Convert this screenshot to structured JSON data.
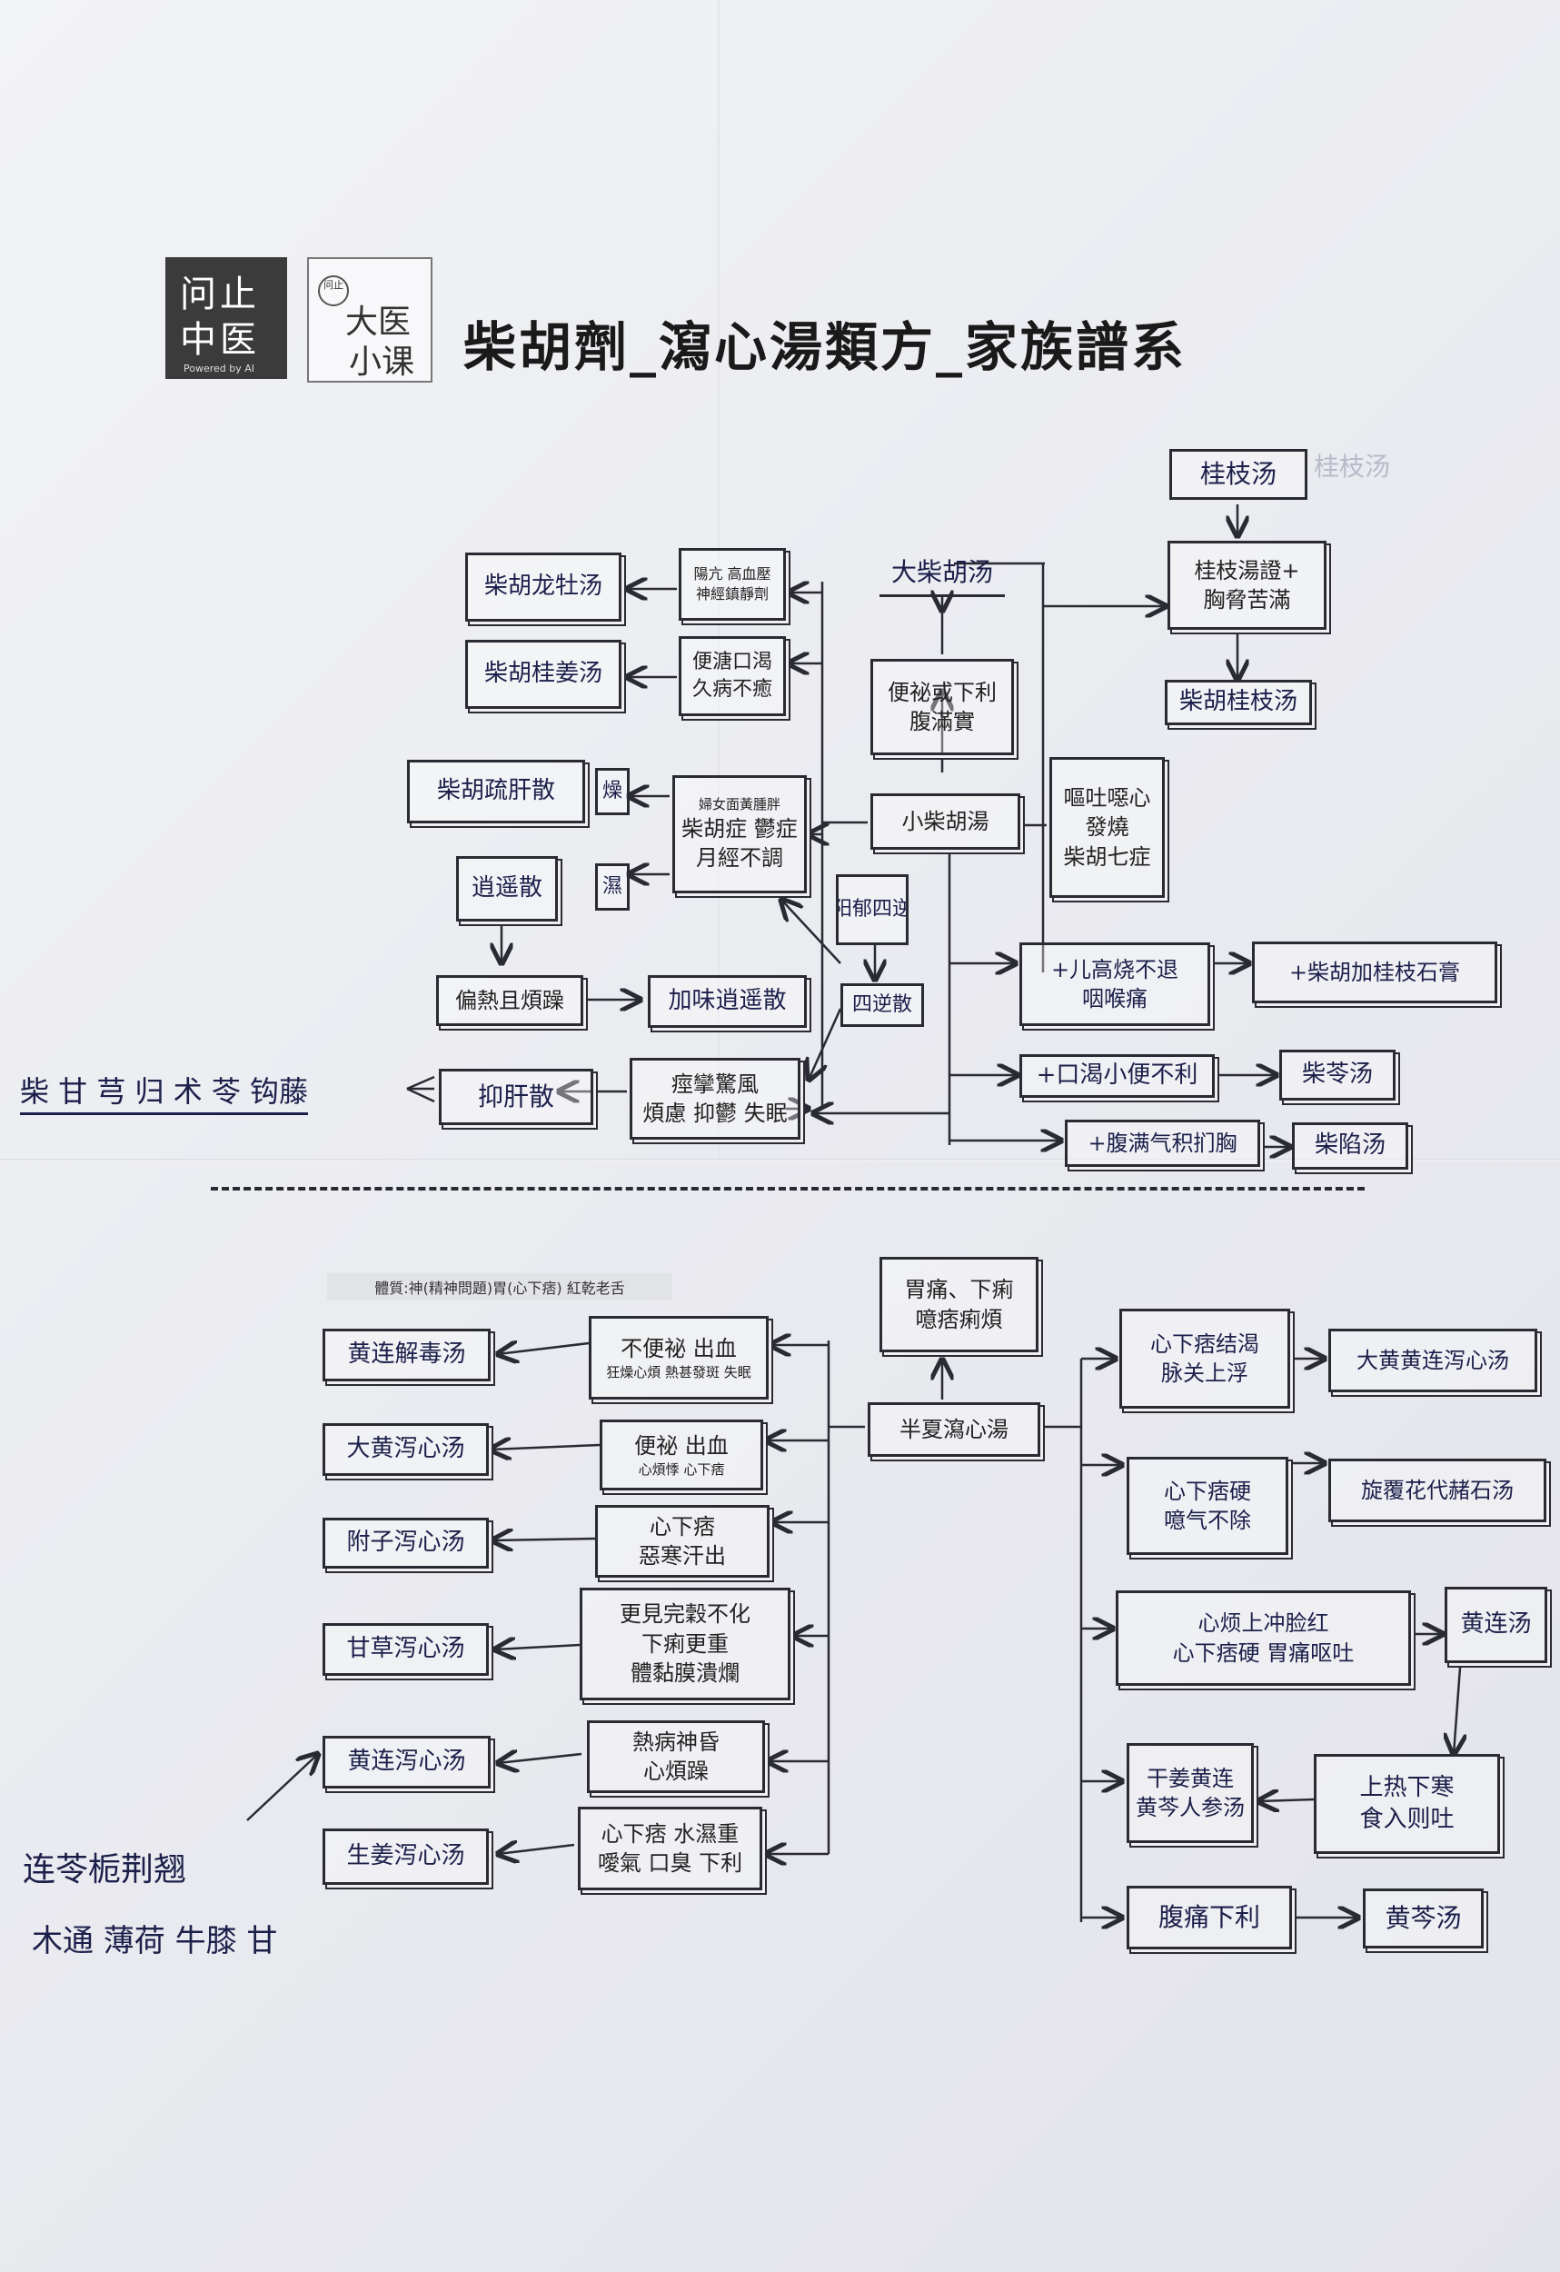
{
  "header": {
    "logo1_line1": "问止",
    "logo1_line2": "中医",
    "logo1_tag": "Powered by AI",
    "logo2_seal": "问止",
    "logo2_line1": "大医",
    "logo2_line2": "小课",
    "title": "柴胡劑_瀉心湯類方_家族譜系"
  },
  "top_section": {
    "guizhi_tang": "桂枝汤",
    "guizhi_tang_faint": "桂枝汤",
    "guizhi_zheng": [
      "桂枝湯證+",
      "胸脅苦滿"
    ],
    "chaihu_guizhi_tang": "柴胡桂枝汤",
    "da_chaihu_tang": "大柴胡汤",
    "bianmi": [
      "便祕或下利",
      "腹滿實"
    ],
    "xiao_chaihu_tang": "小柴胡湯",
    "outu": [
      "嘔吐噁心",
      "發燒",
      "柴胡七症"
    ],
    "yangkang": [
      "陽亢 高血壓",
      "神經鎮靜劑"
    ],
    "chaihu_longmu": "柴胡龙牡汤",
    "biantang": [
      "便溏口渴",
      "久病不癒"
    ],
    "chaihu_guijiang": "柴胡桂姜汤",
    "funv": [
      "婦女面黃腫胖",
      "柴胡症 鬱症",
      "月經不調"
    ],
    "zao": "燥",
    "shi": "濕",
    "chaihu_shugan": "柴胡疏肝散",
    "xiaoyao_san": "逍遥散",
    "pianre": "偏熱且煩躁",
    "jiawei_xiaoyao": "加味逍遥散",
    "yangyu_sini": "阳郁四逆",
    "sini_san": "四逆散",
    "jingluan": [
      "痙攣驚風",
      "煩慮 抑鬱 失眠"
    ],
    "yigan_san": "抑肝散",
    "yigan_note": "柴 甘 芎 归 术 苓 钩藤",
    "gaoshao": [
      "+儿高烧不退",
      "咽喉痛"
    ],
    "chaihu_jiagui": "+柴胡加桂枝石膏",
    "kouke": "+口渴小便不利",
    "chailing_tang": "柴苓汤",
    "futong": "+腹满气积扪胸",
    "chaixian_tang": "柴陷汤"
  },
  "bottom_section": {
    "tizhi": "體質:神(精神問題)胃(心下痞) 紅乾老舌",
    "weitong": [
      "胃痛、下痢",
      "噫痞痢煩"
    ],
    "banxia_xiexin": "半夏瀉心湯",
    "bubianmi": [
      "不便祕 出血",
      "狂燥心煩 熱甚發斑 失眠"
    ],
    "huanglian_jiedu": "黄连解毒汤",
    "bianmi_chuxue": [
      "便祕 出血",
      "心煩悸 心下痞"
    ],
    "daihuang_xiexin": "大黄泻心汤",
    "xinxiapi": [
      "心下痞",
      "惡寒汗出"
    ],
    "fuzi_xiexin": "附子泻心汤",
    "gengjian": [
      "更見完穀不化",
      "下痢更重",
      "體黏膜潰爛"
    ],
    "gancao_xiexin": "甘草泻心汤",
    "rebing": [
      "熱病神昏",
      "心煩躁"
    ],
    "huanglian_xiexin": "黄连泻心汤",
    "huanglian_note": [
      "连苓栀荆翘",
      "木通 薄荷 牛膝 甘"
    ],
    "xinxiapi_shui": [
      "心下痞 水濕重",
      "噯氣 口臭 下利"
    ],
    "shengjiang_xiexin": "生姜泻心汤",
    "xinxia_ke": [
      "心下痞结渴",
      "脉关上浮"
    ],
    "dahuang_huanglian": "大黄黄连泻心汤",
    "xinxia_ying": [
      "心下痞硬",
      "噫气不除"
    ],
    "xuanfu_daizhe": "旋覆花代赭石汤",
    "xinfan": [
      "心烦上冲脸红",
      "心下痞硬 胃痛呕吐"
    ],
    "huanglian_tang": "黄连汤",
    "shangre": [
      "上热下寒",
      "食入则吐"
    ],
    "ganjiang_huangqin": [
      "干姜黄连",
      "黄芩人参汤"
    ],
    "futong_xiali": "腹痛下利",
    "huangqin_tang": "黄芩汤"
  }
}
